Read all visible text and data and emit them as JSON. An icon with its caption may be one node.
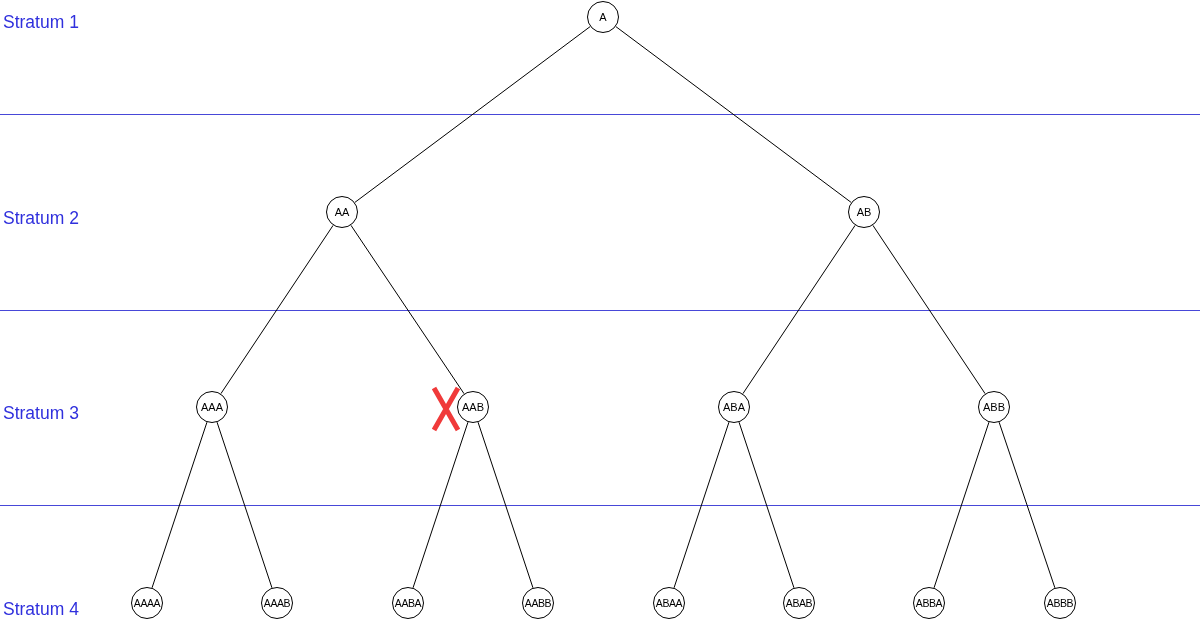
{
  "diagram": {
    "nodes": [
      {
        "text": [
          "A"
        ]
      },
      {
        "text": [
          "AA"
        ]
      },
      {
        "text": [
          "AB"
        ]
      },
      {
        "text": [
          "AAA"
        ]
      },
      {
        "text": [
          "AAB"
        ]
      },
      {
        "text": [
          "ABA"
        ]
      },
      {
        "text": [
          "ABB"
        ]
      },
      {
        "text": [
          "AAAA"
        ]
      },
      {
        "text": [
          "AAAB"
        ]
      },
      {
        "text": [
          "AABA"
        ]
      },
      {
        "text": [
          "AABB"
        ]
      },
      {
        "text": [
          "ABAA"
        ]
      },
      {
        "text": [
          "ABAB"
        ]
      },
      {
        "text": [
          "ABBA"
        ]
      },
      {
        "text": [
          "ABBB"
        ]
      }
    ],
    "edges": [
      {
        "from": 0,
        "to": 1,
        "arrow": "none"
      },
      {
        "from": 0,
        "to": 2,
        "arrow": "none"
      },
      {
        "from": 1,
        "to": 3,
        "arrow": "none"
      },
      {
        "from": 1,
        "to": 4,
        "arrow": "none"
      },
      {
        "from": 2,
        "to": 5,
        "arrow": "none"
      },
      {
        "from": 2,
        "to": 6,
        "arrow": "none"
      },
      {
        "from": 3,
        "to": 7,
        "arrow": "none"
      },
      {
        "from": 3,
        "to": 8,
        "arrow": "none"
      },
      {
        "from": 4,
        "to": 9,
        "arrow": "none"
      },
      {
        "from": 4,
        "to": 10,
        "arrow": "none"
      },
      {
        "from": 5,
        "to": 11,
        "arrow": "none"
      },
      {
        "from": 5,
        "to": 12,
        "arrow": "none"
      },
      {
        "from": 6,
        "to": 13,
        "arrow": "none"
      },
      {
        "from": 6,
        "to": 14,
        "arrow": "none"
      }
    ],
    "labels": [
      "Stratum 1",
      "Stratum 2",
      "Stratum 3",
      "Stratum 4"
    ]
  }
}
